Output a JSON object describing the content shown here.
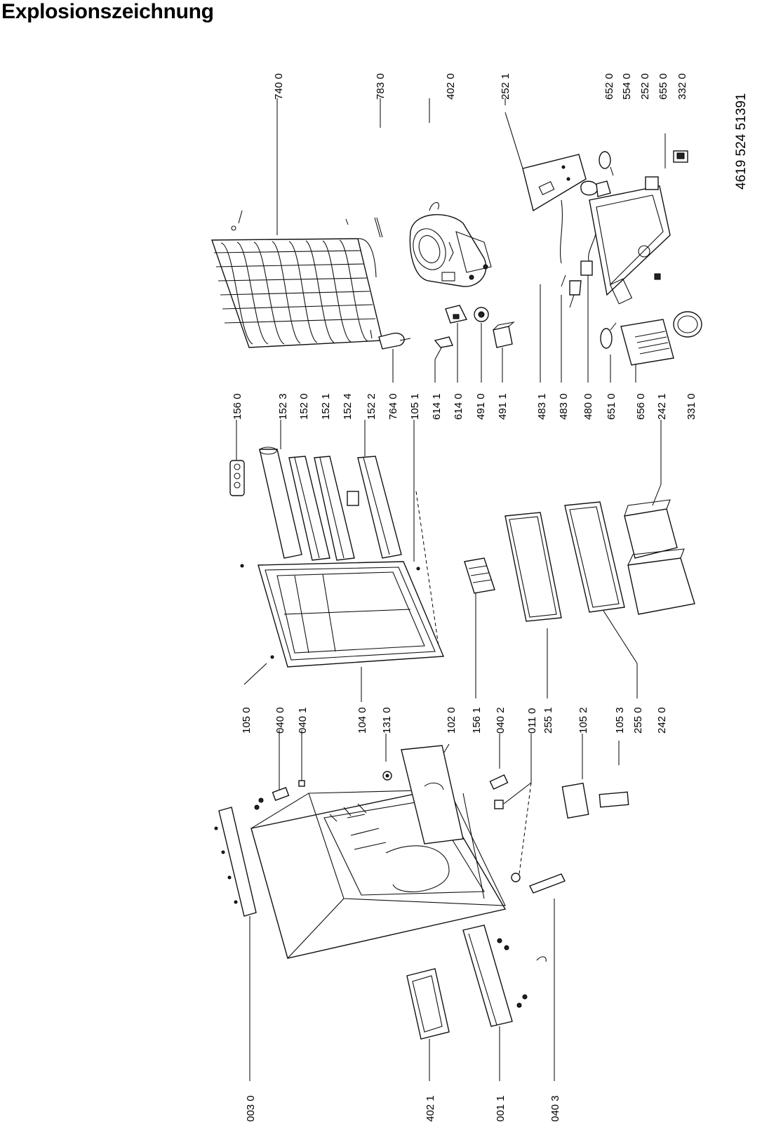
{
  "title": "Explosionszeichnung",
  "document_number": "4619 524 51391",
  "labels": {
    "top": [
      "740 0",
      "783 0",
      "402 0",
      "252 1",
      "652 0",
      "554 0",
      "252 0",
      "655 0",
      "332 0"
    ],
    "row1": [
      "156 0",
      "152 3",
      "152 0",
      "152 1",
      "152 4",
      "152 2",
      "764 0",
      "105 1",
      "614 1",
      "614 0",
      "491 0",
      "491 1",
      "483 1",
      "483 0",
      "480 0",
      "651 0",
      "656 0",
      "242 1",
      "331 0"
    ],
    "row2": [
      "105 0",
      "040 0",
      "040 1",
      "104 0",
      "131 0",
      "102 0",
      "156 1",
      "040 2",
      "011 0",
      "255 1",
      "105 2",
      "105 3",
      "255 0",
      "242 0"
    ],
    "bottom": [
      "003 0",
      "402 1",
      "001 1",
      "040 3"
    ]
  }
}
